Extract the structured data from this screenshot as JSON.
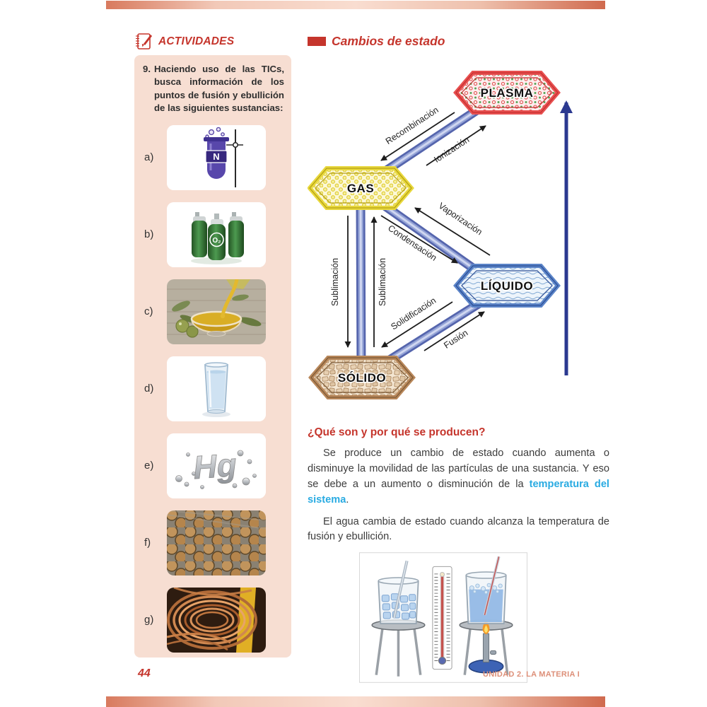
{
  "colors": {
    "accent_red": "#c5352c",
    "highlight_blue": "#29abe2",
    "footer_salmon": "#dd8f78",
    "sidebar_pink": "#f7ded2"
  },
  "sidebar": {
    "header": "ACTIVIDADES",
    "exercise_number": "9.",
    "exercise_text": "Haciendo uso de las TICs, busca información de los puntos de fusión y ebullición de las siguientes sustancias:",
    "items": [
      {
        "label": "a)",
        "name": "nitrogen-test-tube",
        "caption": "N"
      },
      {
        "label": "b)",
        "name": "oxygen-cylinders",
        "caption": "O₂"
      },
      {
        "label": "c)",
        "name": "olive-oil"
      },
      {
        "label": "d)",
        "name": "glass-of-water"
      },
      {
        "label": "e)",
        "name": "mercury",
        "caption": "Hg"
      },
      {
        "label": "f)",
        "name": "steel-rods"
      },
      {
        "label": "g)",
        "name": "copper-wire"
      }
    ]
  },
  "main": {
    "section_title": "Cambios de estado",
    "diagram": {
      "states": {
        "plasma": "PLASMA",
        "gas": "GAS",
        "liquido": "LÍQUIDO",
        "solido": "SÓLIDO"
      },
      "transitions": {
        "recombinacion": "Recombinación",
        "ionizacion": "Ionización",
        "vaporizacion": "Vaporización",
        "condensacion": "Condensación",
        "sublimacion_gas_solido": "Sublimación",
        "sublimacion_solido_gas": "Sublimación",
        "solidificacion": "Solidificación",
        "fusion": "Fusión"
      }
    },
    "question_heading": "¿Qué son y por qué se producen?",
    "paragraph1_start": "Se produce un cambio de estado cuando aumenta o disminuye la movilidad de las partículas de una sustancia. Y eso se debe a un aumento o disminución de la ",
    "paragraph1_highlight": "temperatura del sistema",
    "paragraph1_end": ".",
    "paragraph2": "El agua cambia de estado cuando alcanza la temperatura de fusión y ebullición."
  },
  "footer": {
    "page_number": "44",
    "unit_label": "UNIDAD 2. LA MATERIA I"
  }
}
